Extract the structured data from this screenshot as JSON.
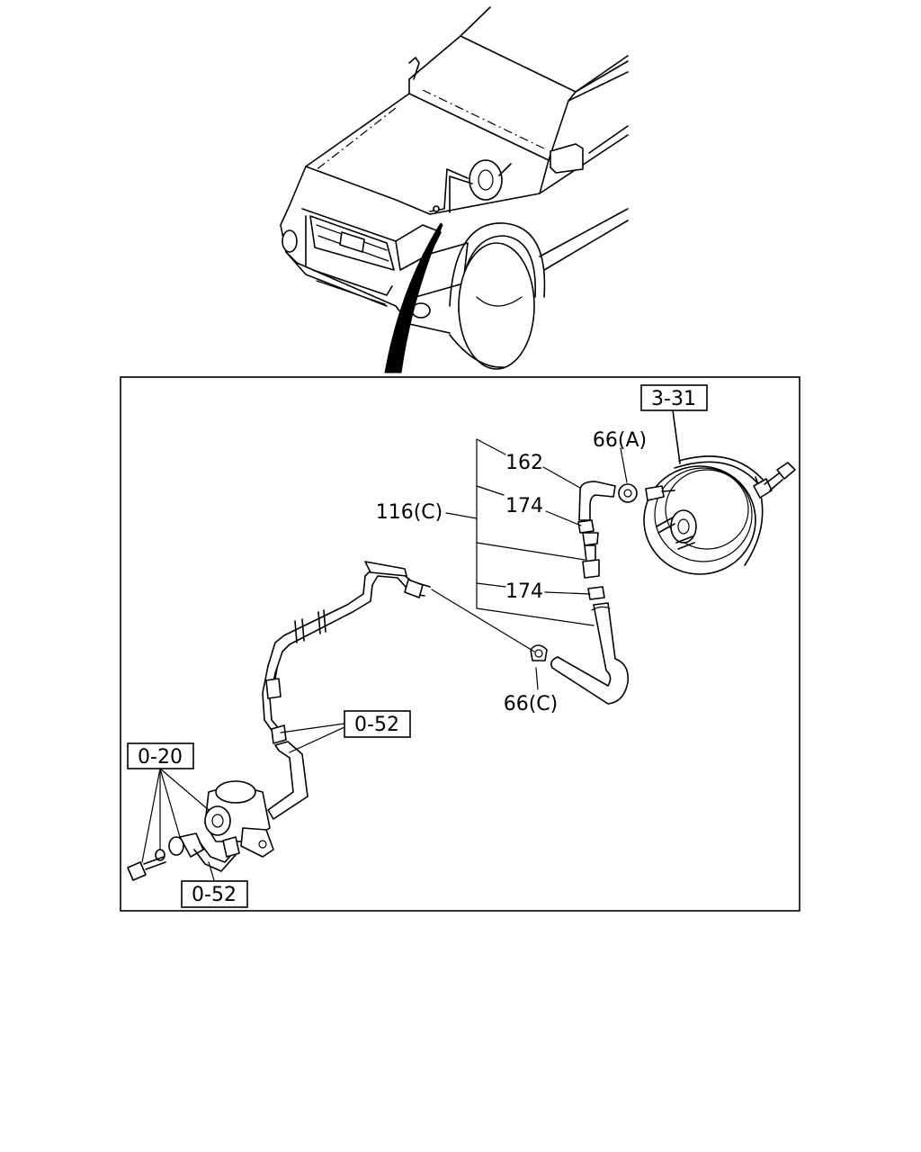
{
  "callouts": {
    "booster_ref": "3-31",
    "hose_162": "162",
    "clip_66a": "66(A)",
    "assy_116c": "116(C)",
    "valve_174_top": "174",
    "valve_174_bottom": "174",
    "clip_66c": "66(C)",
    "ref_052_upper": "0-52",
    "ref_020": "0-20",
    "ref_052_lower": "0-52"
  }
}
